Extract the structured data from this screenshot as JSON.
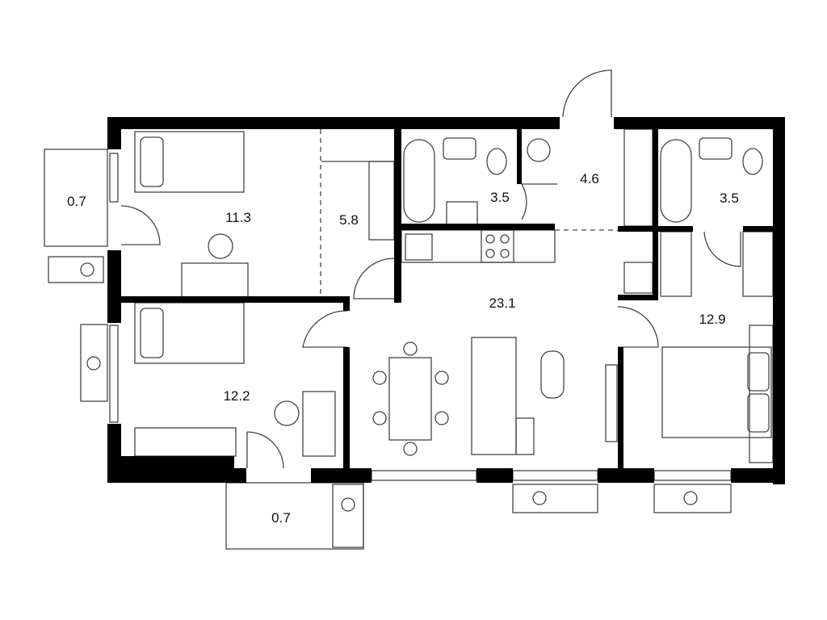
{
  "colors": {
    "wall": "#000000",
    "line": "#555555",
    "background": "#ffffff"
  },
  "rooms": [
    {
      "id": "balcony-top-left",
      "area": "0.7"
    },
    {
      "id": "bedroom-1",
      "area": "11.3"
    },
    {
      "id": "closet",
      "area": "5.8"
    },
    {
      "id": "bathroom-1",
      "area": "3.5"
    },
    {
      "id": "hallway",
      "area": "4.6"
    },
    {
      "id": "bathroom-2",
      "area": "3.5"
    },
    {
      "id": "living-kitchen",
      "area": "23.1"
    },
    {
      "id": "bedroom-master",
      "area": "12.9"
    },
    {
      "id": "bedroom-2",
      "area": "12.2"
    },
    {
      "id": "balcony-bottom",
      "area": "0.7"
    }
  ]
}
